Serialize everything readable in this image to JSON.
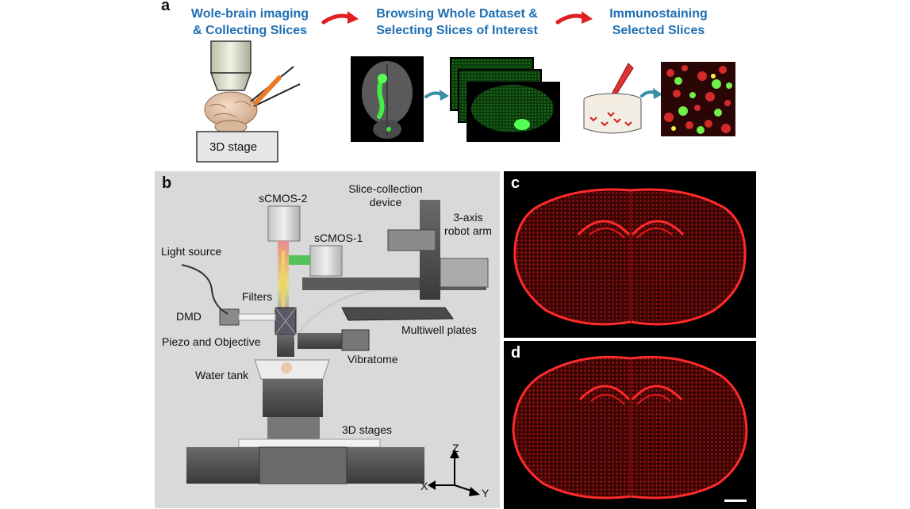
{
  "panel_a": {
    "letter": "a",
    "step1": {
      "line1": "Wole-brain imaging",
      "line2": "& Collecting Slices"
    },
    "step2": {
      "line1": "Browsing Whole Dataset &",
      "line2": "Selecting Slices of Interest"
    },
    "step3": {
      "line1": "Immunostaining",
      "line2": "Selected Slices"
    },
    "stage_label": "3D stage"
  },
  "panel_b": {
    "letter": "b",
    "labels": {
      "scmos2": "sCMOS-2",
      "scmos1": "sCMOS-1",
      "slice_device_1": "Slice-collection",
      "slice_device_2": "device",
      "robot_1": "3-axis",
      "robot_2": "robot arm",
      "light_source": "Light source",
      "filters": "Filters",
      "dmd": "DMD",
      "multiwell": "Multiwell plates",
      "piezo": "Piezo and Objective",
      "vibratome": "Vibratome",
      "water_tank": "Water tank",
      "stages": "3D stages"
    },
    "axes": {
      "z": "Z",
      "x": "X",
      "y": "Y"
    }
  },
  "panel_c": {
    "letter": "c"
  },
  "panel_d": {
    "letter": "d"
  },
  "colors": {
    "step_text": "#1f6fb2",
    "flow_arrow": "#e02020",
    "small_arrow": "#3a8fa8",
    "panel_b_bg": "#d9d9d9",
    "brain_red": "#e01818",
    "fluor_green": "#3ee03e"
  }
}
